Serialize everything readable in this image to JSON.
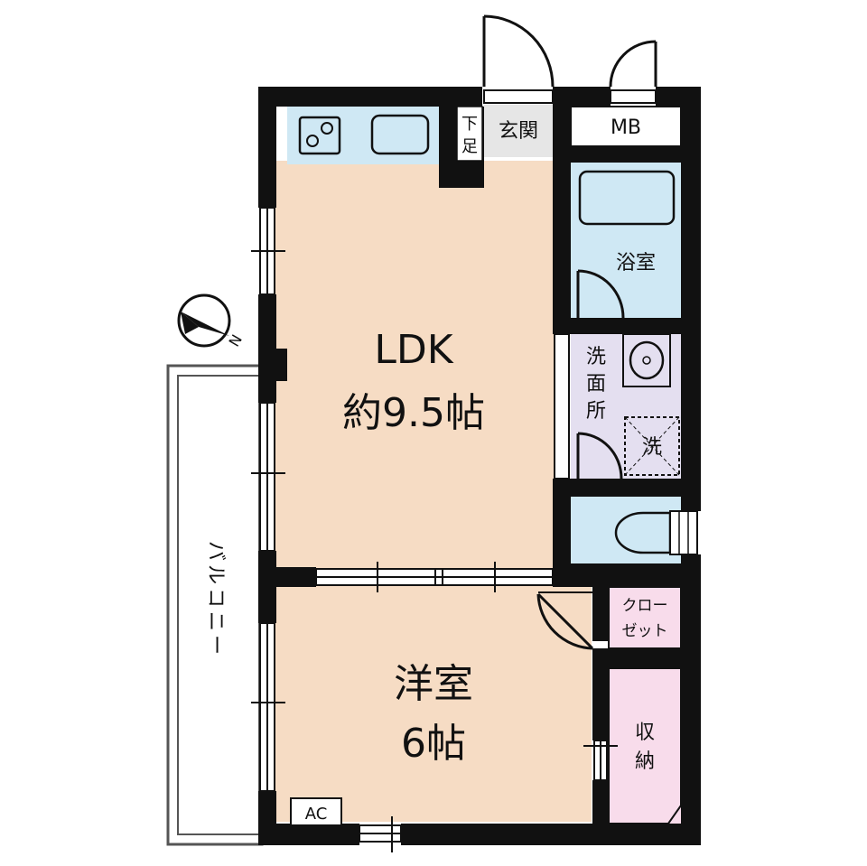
{
  "rooms": {
    "ldk": {
      "name": "LDK",
      "size": "約9.5帖"
    },
    "western": {
      "name": "洋室",
      "size": "6帖"
    },
    "bath": {
      "name": "浴室"
    },
    "washroom": {
      "chars": [
        "洗",
        "面",
        "所"
      ]
    },
    "washer": {
      "name": "洗"
    },
    "entrance": {
      "name": "玄関"
    },
    "shoebox": {
      "chars": [
        "下",
        "足"
      ]
    },
    "mb": {
      "name": "MB"
    },
    "closet": {
      "line1": "クロー",
      "line2": "ゼット"
    },
    "storage": {
      "chars": [
        "収",
        "納"
      ]
    },
    "ac": {
      "name": "AC"
    },
    "balcony": {
      "chars": [
        "バ",
        "ル",
        "コ",
        "ニ",
        "ー"
      ]
    }
  },
  "compass": {
    "north": "N"
  },
  "colors": {
    "floor": "#f6dcc4",
    "water": "#cfe8f4",
    "washroom": "#e4dff0",
    "closet": "#f8dceb",
    "wall": "#111111"
  }
}
